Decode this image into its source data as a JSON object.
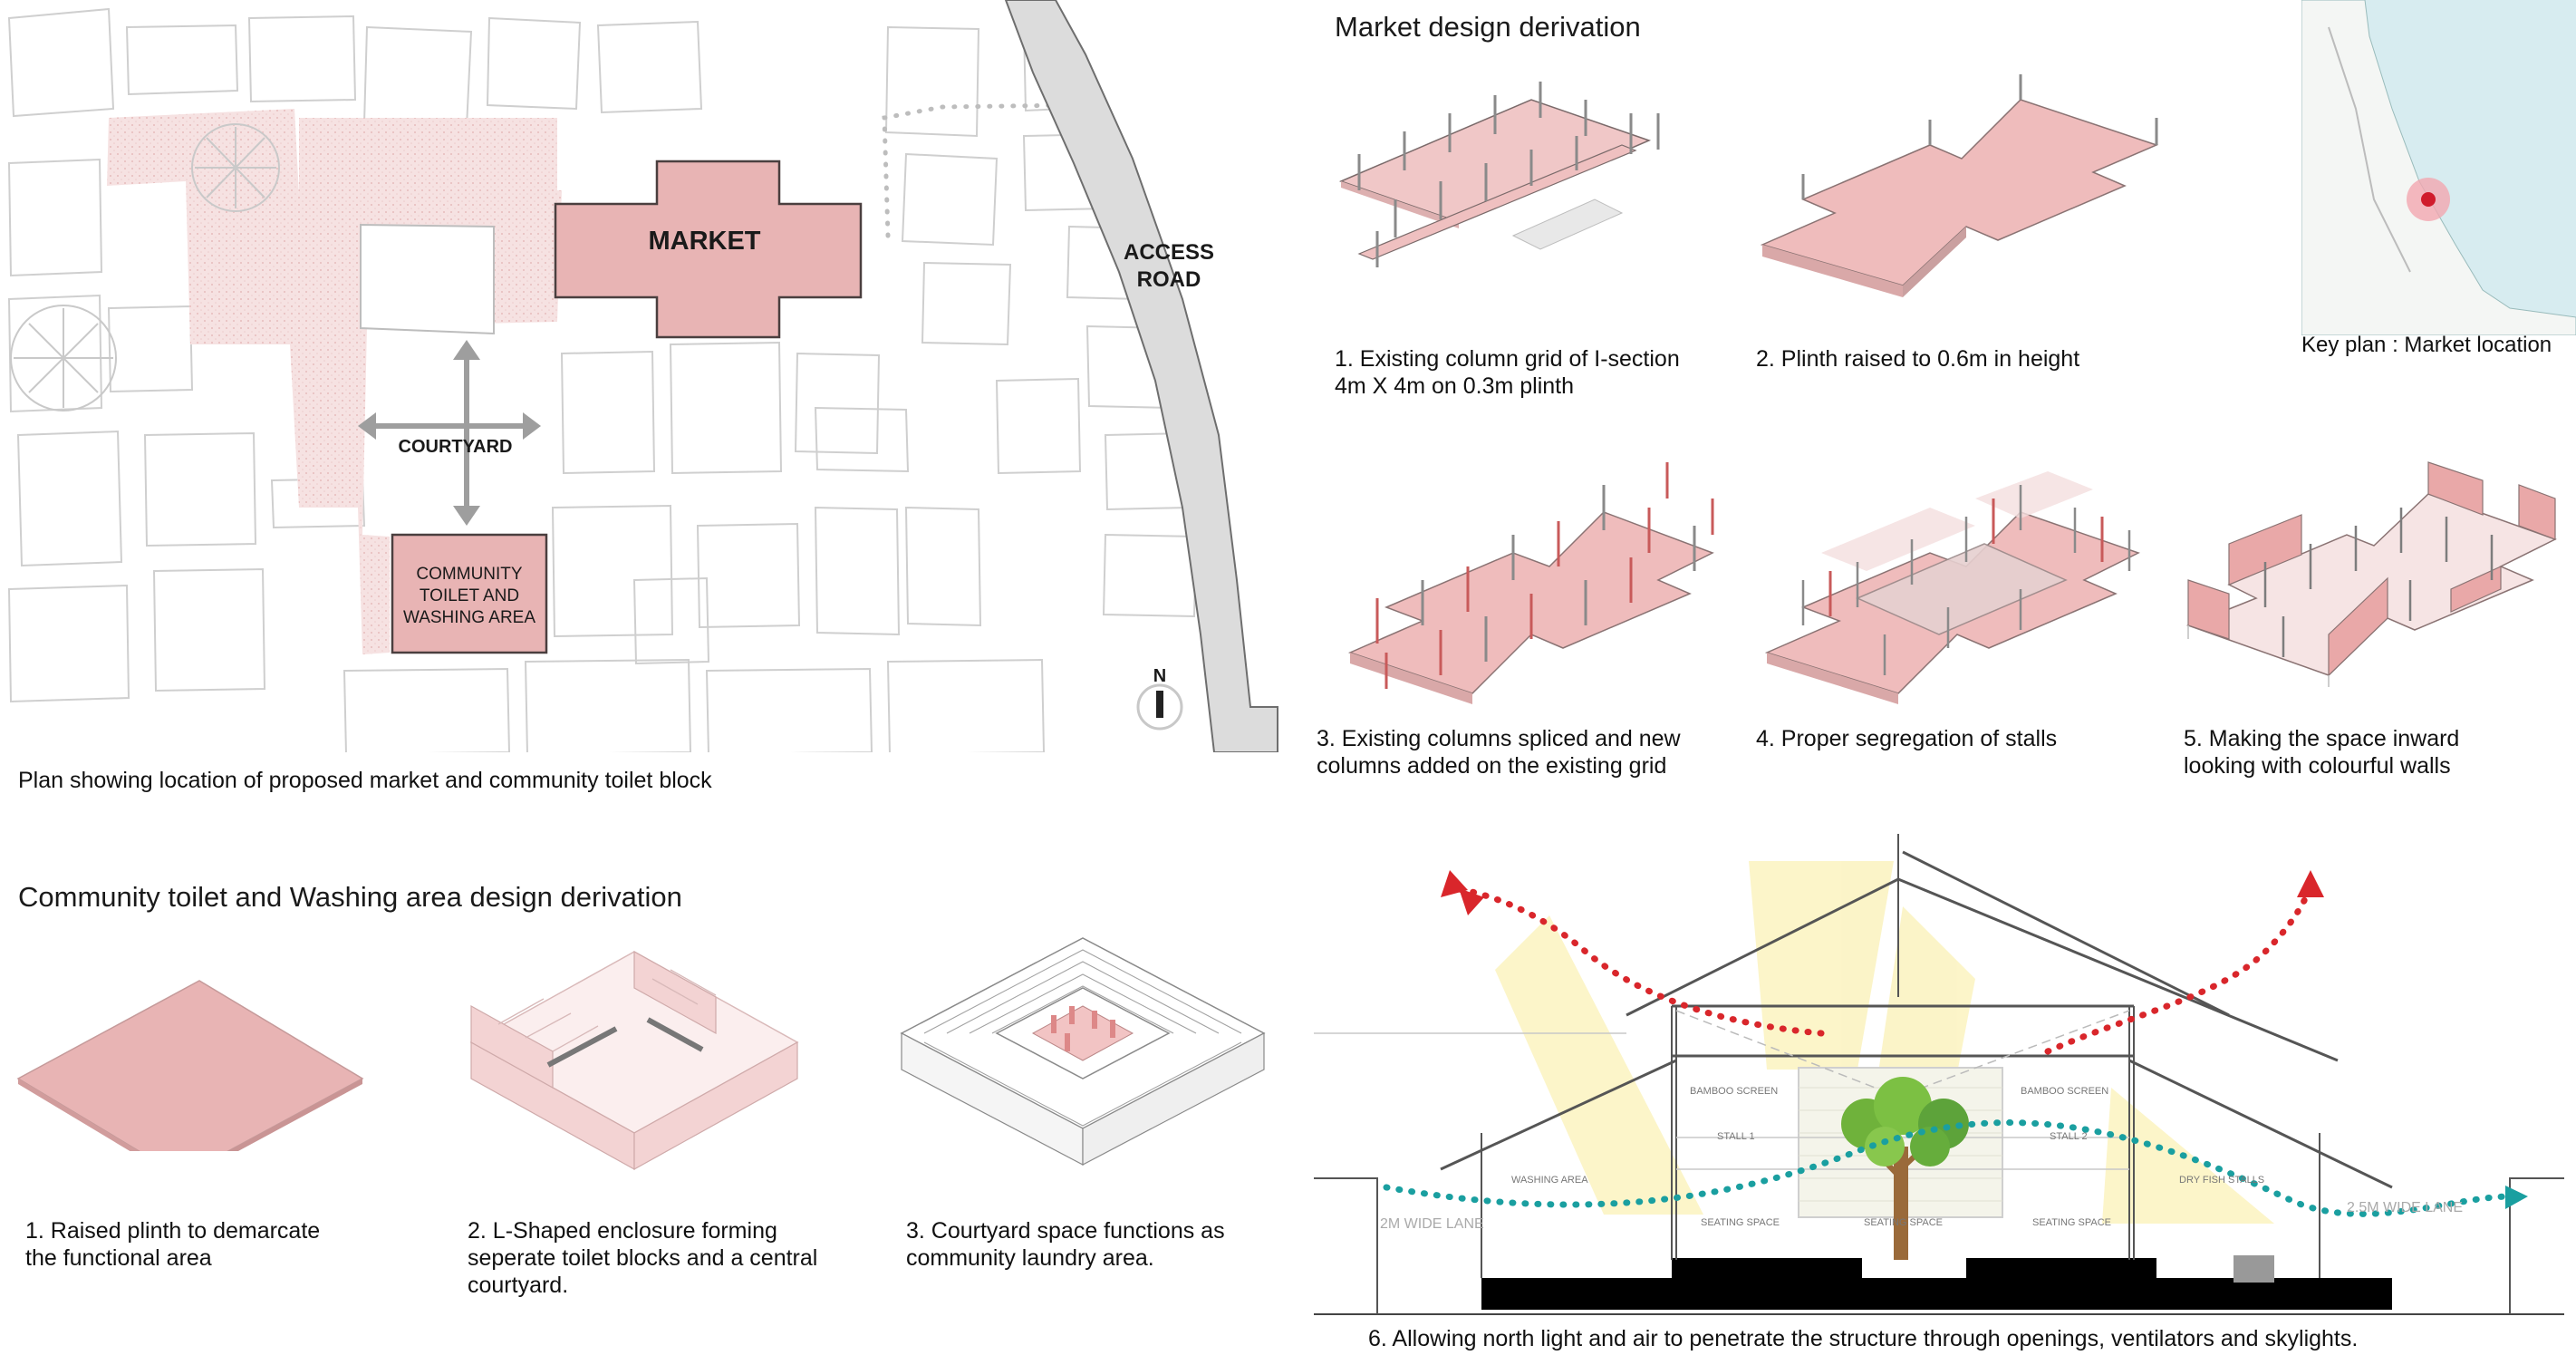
{
  "plan": {
    "market_label": "MARKET",
    "access_road_label": "ACCESS\nROAD",
    "courtyard_label": "COURTYARD",
    "toilet_label": "COMMUNITY\nTOILET AND\nWASHING AREA",
    "north_label": "N",
    "caption": "Plan showing location of proposed market and community toilet block"
  },
  "market_derivation": {
    "title": "Market design derivation",
    "steps": [
      {
        "caption": "1.  Existing column grid of I-section\n4m X 4m on 0.3m plinth"
      },
      {
        "caption": "2.  Plinth raised to 0.6m in height"
      },
      {
        "caption": "3.  Existing columns spliced and new\ncolumns added on the existing grid"
      },
      {
        "caption": "4. Proper segregation of stalls"
      },
      {
        "caption": "5. Making the space inward\nlooking with colourful walls"
      }
    ]
  },
  "key_plan": {
    "caption": "Key plan : Market location"
  },
  "toilet_derivation": {
    "title": "Community toilet and Washing area design derivation",
    "steps": [
      {
        "caption": "1.  Raised plinth to demarcate\nthe functional area"
      },
      {
        "caption": "2.  L-Shaped enclosure forming\nseperate toilet blocks and a central\ncourtyard."
      },
      {
        "caption": "3.  Courtyard space functions as\ncommunity laundry area."
      }
    ]
  },
  "section": {
    "caption": "6. Allowing north light and air to penetrate the structure through openings, ventilators and skylights.",
    "labels": {
      "bamboo_left": "BAMBOO SCREEN",
      "bamboo_right": "BAMBOO SCREEN",
      "stall_1": "STALL 1",
      "stall_2": "STALL 2",
      "washing_area": "WASHING AREA",
      "dry_fish": "DRY FISH STALLS",
      "seating_1": "SEATING SPACE",
      "seating_2": "SEATING SPACE",
      "seating_3": "SEATING SPACE",
      "lane_left": "2M WIDE LANE",
      "lane_right": "2.5M WIDE LANE"
    }
  },
  "colors": {
    "accent_pink": "#e8b4b4",
    "pink_stroke": "#5a4646",
    "road_gray": "#dcdcdc",
    "air_red": "#d9262b",
    "air_teal": "#1a9fa0",
    "light_yellow": "#fbf3bf",
    "water_blue": "#d7ecf0"
  }
}
